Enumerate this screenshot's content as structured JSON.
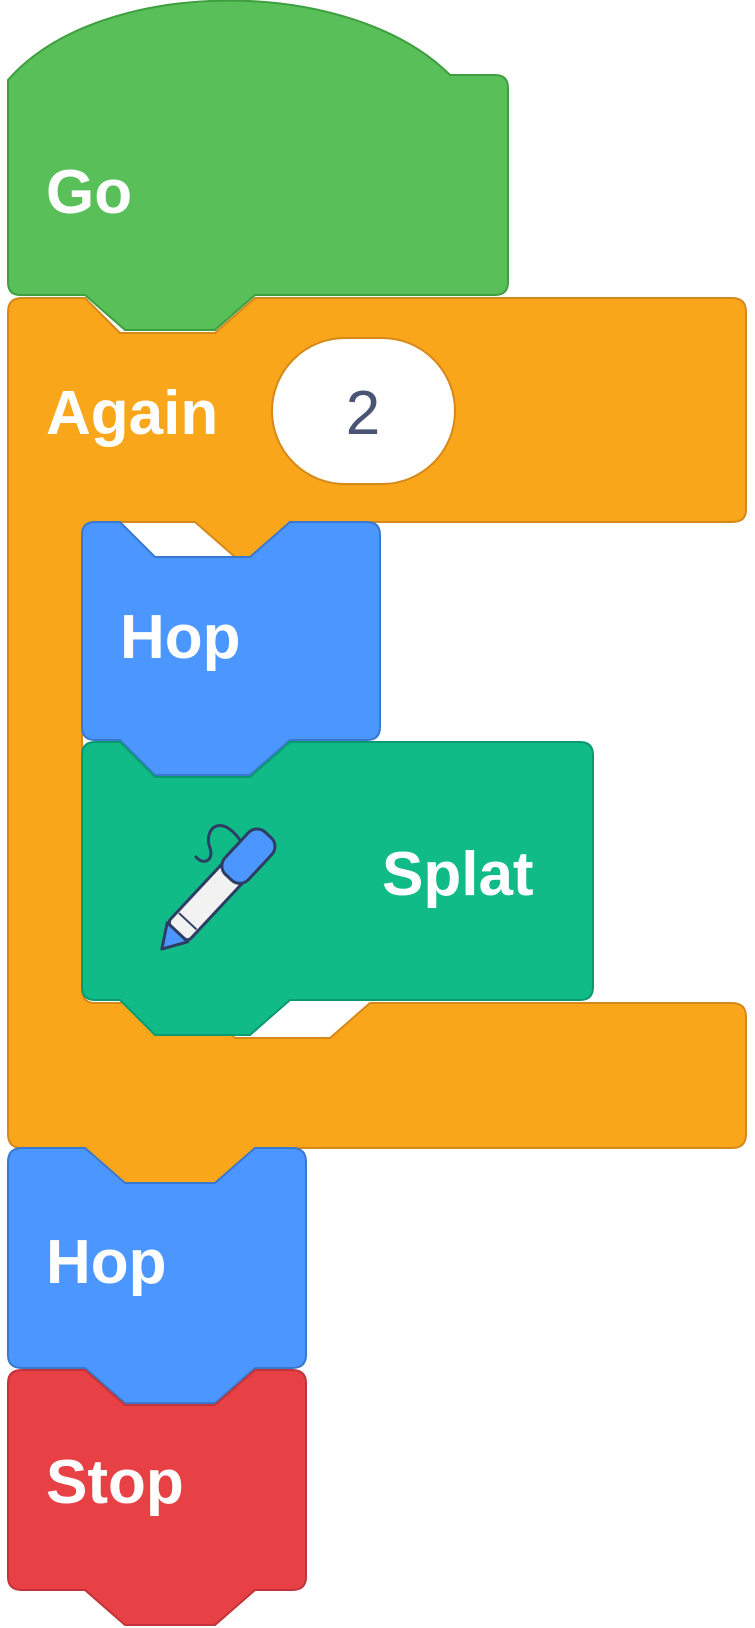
{
  "program": {
    "start_block": {
      "label": "Go",
      "color": "#59c059"
    },
    "repeat_block": {
      "label": "Again",
      "count": "2",
      "color": "#faa61a"
    },
    "inner_blocks": [
      {
        "label": "Hop",
        "color": "#4c97ff"
      },
      {
        "label": "Splat",
        "color": "#10bb88",
        "icon": "pen-icon"
      }
    ],
    "after_blocks": [
      {
        "label": "Hop",
        "color": "#4c97ff"
      },
      {
        "label": "Stop",
        "color": "#e84145"
      }
    ]
  }
}
